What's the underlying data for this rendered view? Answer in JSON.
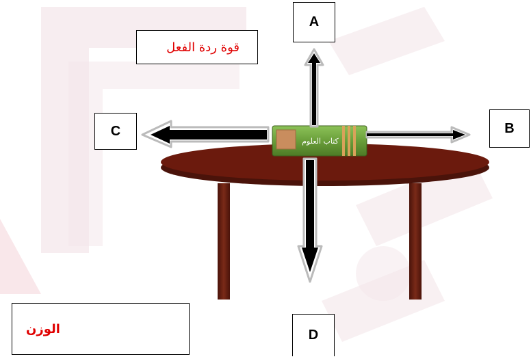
{
  "labels": {
    "reaction_force": "قوة ردة الفعل",
    "weight": "الوزن"
  },
  "arrow_labels": {
    "a": "A",
    "b": "B",
    "c": "C",
    "d": "D"
  },
  "book": {
    "title": "كتاب العلوم"
  },
  "colors": {
    "label_text": "#e00000",
    "table_top": "#6b1a0d",
    "table_leg": "#5a1a0d",
    "book_cover": "#6a9e3a",
    "watermark": "#f3e3e6"
  }
}
